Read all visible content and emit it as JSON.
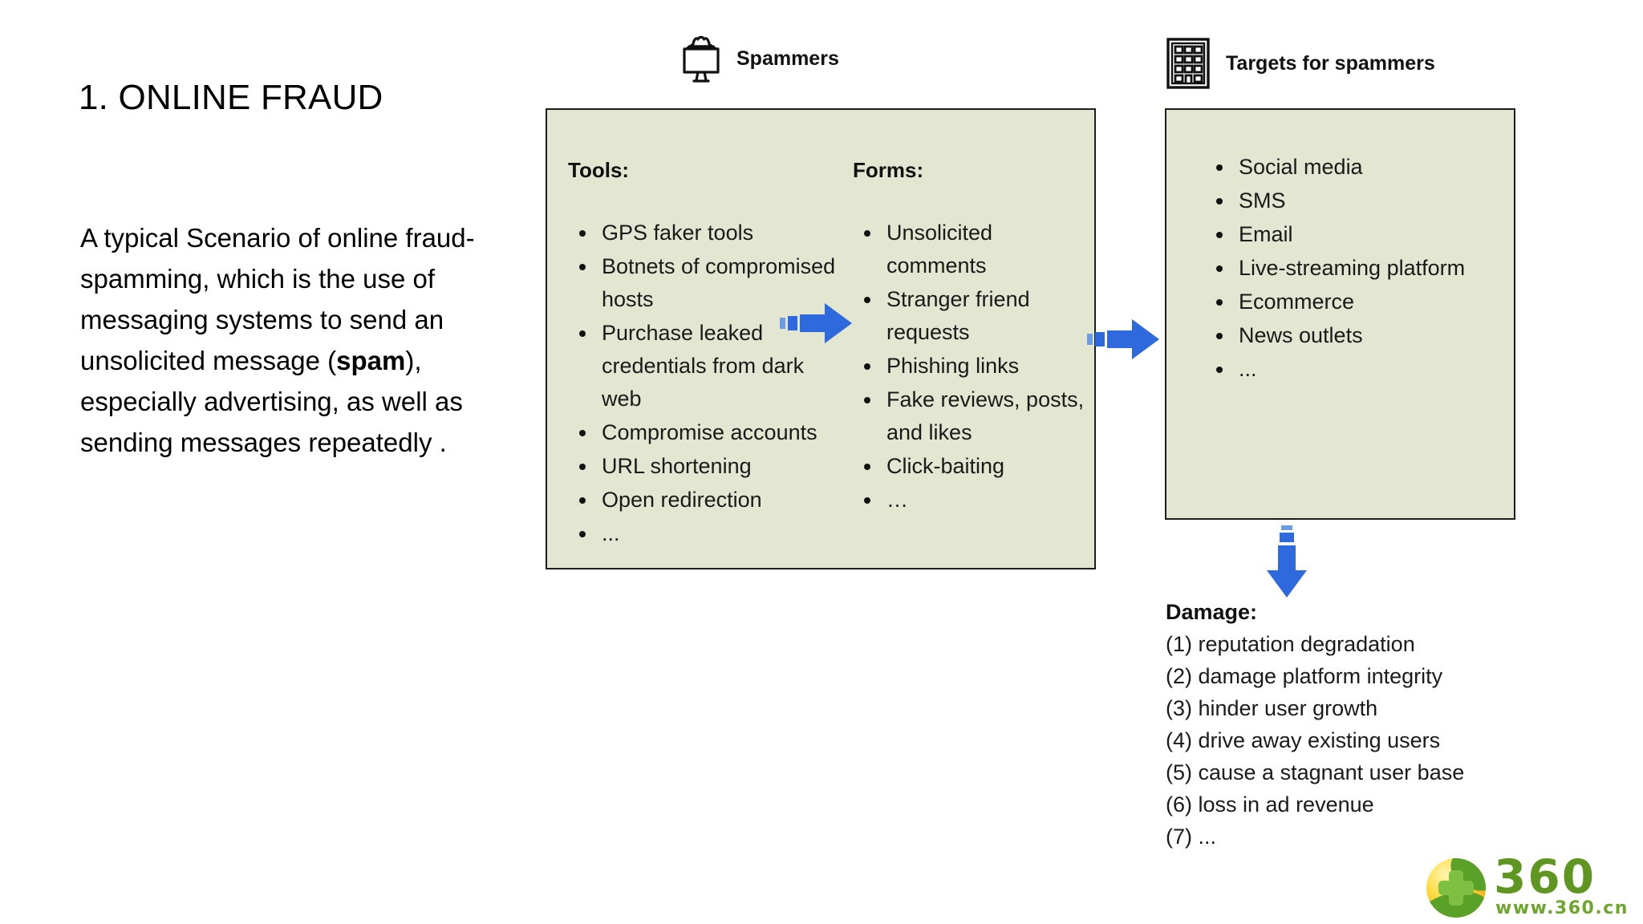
{
  "slide": {
    "title": "1. ONLINE FRAUD",
    "intro_part1": "A typical Scenario of online fraud-spamming, which is the use of messaging systems to send an unsolicited message (",
    "intro_bold": "spam",
    "intro_part2": "), especially advertising, as well as sending messages repeatedly ."
  },
  "spammers": {
    "caption": "Spammers",
    "icon": "hacker-monitor-icon",
    "tools_heading": "Tools:",
    "tools": [
      "GPS faker tools",
      "Botnets of compromised hosts",
      "Purchase leaked credentials from dark web",
      "Compromise accounts",
      "URL shortening",
      "Open redirection",
      "..."
    ],
    "forms_heading": "Forms:",
    "forms": [
      "Unsolicited comments",
      "Stranger friend requests",
      "Phishing links",
      "Fake reviews, posts, and likes",
      "Click-baiting",
      "…"
    ]
  },
  "targets": {
    "caption": "Targets for spammers",
    "icon": "office-building-icon",
    "items": [
      "Social media",
      "SMS",
      "Email",
      "Live-streaming platform",
      "Ecommerce",
      "News outlets",
      "..."
    ]
  },
  "damage": {
    "heading": "Damage:",
    "items": [
      "(1) reputation degradation",
      "(2) damage platform integrity",
      "(3) hinder user growth",
      "(4) drive away existing users",
      "(5) cause a stagnant user base",
      "(6) loss in ad revenue",
      "(7) ..."
    ]
  },
  "arrows": {
    "tools_to_forms": "right-arrow-icon",
    "spammers_to_targets": "right-arrow-icon",
    "targets_to_damage": "down-arrow-icon",
    "color": "#2e6ade"
  },
  "watermark": {
    "number": "360",
    "url": "www.360.cn",
    "brand_color": "#5f9622"
  },
  "colors": {
    "panel_background": "#e3e6d0",
    "panel_border": "#1d1d1d",
    "text": "#000000"
  }
}
